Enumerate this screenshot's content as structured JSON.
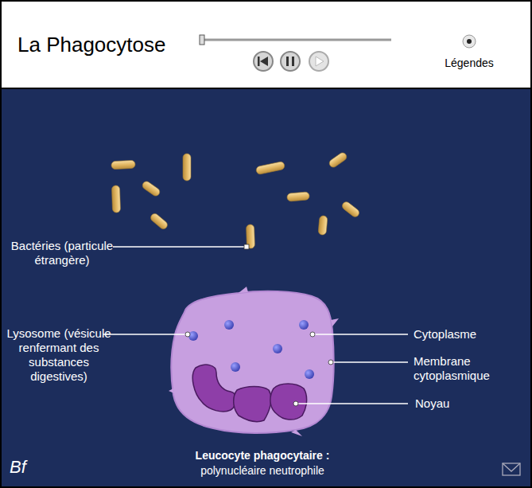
{
  "diagram": {
    "title": "La Phagocytose",
    "caption": "Leucocyte phagocytaire :",
    "labels": [
      "Légendes",
      "Bactéries (particule étrangère)",
      "Lysosome (vésicule renfermant des substances digestives)",
      "Cytoplasme",
      "Membrane cytoplasmique",
      "Noyau",
      "polynucléaire neutrophile",
      "Bf"
    ]
  }
}
